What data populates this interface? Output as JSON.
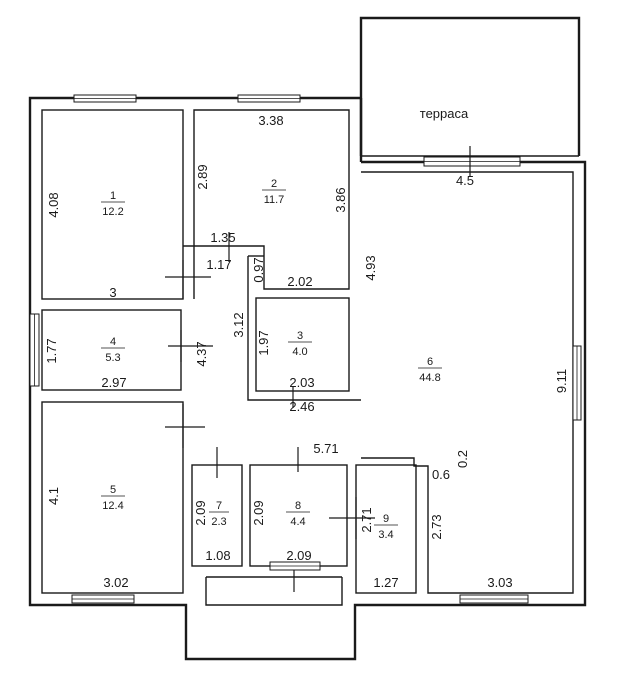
{
  "rooms": [
    {
      "id": "r1",
      "number": "1",
      "area": "12.2"
    },
    {
      "id": "r2",
      "number": "2",
      "area": "11.7"
    },
    {
      "id": "r3",
      "number": "3",
      "area": "4.0"
    },
    {
      "id": "r4",
      "number": "4",
      "area": "5.3"
    },
    {
      "id": "r5",
      "number": "5",
      "area": "12.4"
    },
    {
      "id": "r6",
      "number": "6",
      "area": "44.8"
    },
    {
      "id": "r7",
      "number": "7",
      "area": "2.3"
    },
    {
      "id": "r8",
      "number": "8",
      "area": "4.4"
    },
    {
      "id": "r9",
      "number": "9",
      "area": "3.4"
    }
  ],
  "terrace_label": "терраса",
  "dimensions": {
    "d_338": "3.38",
    "d_289": "2.89",
    "d_386": "3.86",
    "d_408": "4.08",
    "d_45": "4.5",
    "d_493": "4.93",
    "d_135": "1.35",
    "d_117": "1.17",
    "d_097": "0.97",
    "d_202": "2.02",
    "d_3": "3",
    "d_312": "3.12",
    "d_197": "1.97",
    "d_203": "2.03",
    "d_246": "2.46",
    "d_177": "1.77",
    "d_437": "4.37",
    "d_297": "2.97",
    "d_911": "9.11",
    "d_571": "5.71",
    "d_02": "0.2",
    "d_06": "0.6",
    "d_41": "4.1",
    "d_209a": "2.09",
    "d_209b": "2.09",
    "d_271": "2.71",
    "d_273": "2.73",
    "d_108": "1.08",
    "d_209c": "2.09",
    "d_127": "1.27",
    "d_302": "3.02",
    "d_303": "3.03"
  }
}
